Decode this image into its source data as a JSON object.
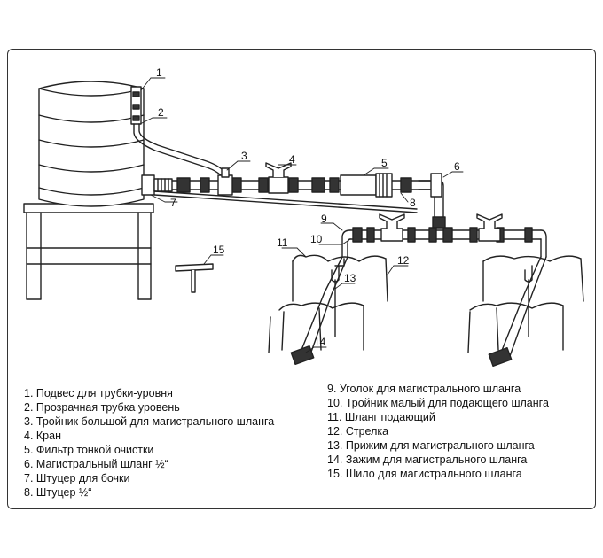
{
  "callouts": [
    "1",
    "2",
    "3",
    "4",
    "5",
    "6",
    "7",
    "8",
    "9",
    "10",
    "11",
    "12",
    "13",
    "14",
    "15"
  ],
  "legend_left": [
    "1. Подвес для трубки-уровня",
    "2. Прозрачная трубка уровень",
    "3. Тройник большой для магистрального шланга",
    "4. Кран",
    "5. Фильтр тонкой очистки",
    "6. Магистральный шланг ½“",
    "7. Штуцер для бочки",
    "8. Штуцер ½“"
  ],
  "legend_right": [
    "9. Уголок для магистрального шланга",
    "10. Тройник малый для подающего шланга",
    "11. Шланг подающий",
    "12. Стрелка",
    "13. Прижим для магистрального шланга",
    "14. Зажим для магистрального шланга",
    "15. Шило для магистрального шланга"
  ]
}
